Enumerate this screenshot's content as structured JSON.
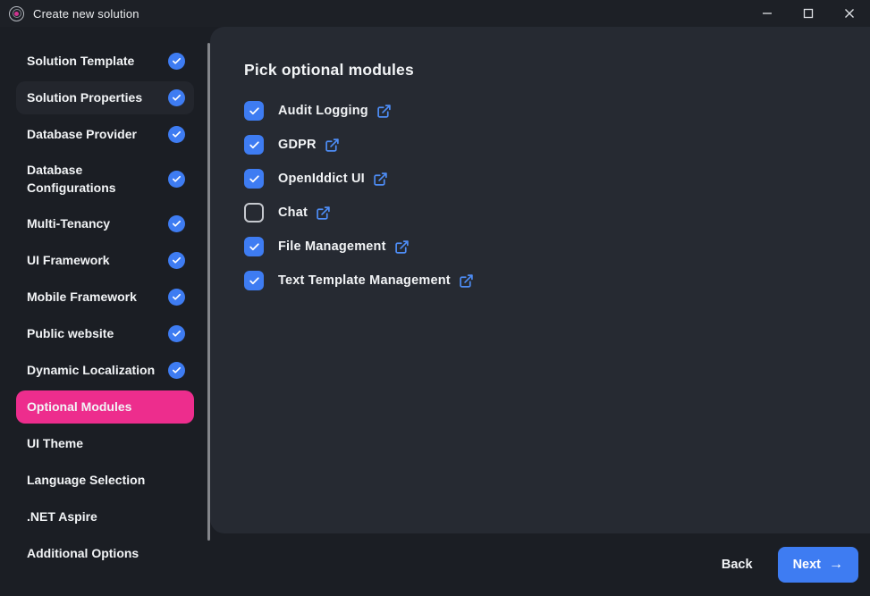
{
  "window": {
    "title": "Create new solution"
  },
  "sidebar": {
    "items": [
      {
        "label": "Solution Template",
        "checked": true,
        "active": false,
        "highlighted": false
      },
      {
        "label": "Solution Properties",
        "checked": true,
        "active": false,
        "highlighted": true
      },
      {
        "label": "Database Provider",
        "checked": true,
        "active": false,
        "highlighted": false
      },
      {
        "label": "Database Configurations",
        "checked": true,
        "active": false,
        "highlighted": false
      },
      {
        "label": "Multi-Tenancy",
        "checked": true,
        "active": false,
        "highlighted": false
      },
      {
        "label": "UI Framework",
        "checked": true,
        "active": false,
        "highlighted": false
      },
      {
        "label": "Mobile Framework",
        "checked": true,
        "active": false,
        "highlighted": false
      },
      {
        "label": "Public website",
        "checked": true,
        "active": false,
        "highlighted": false
      },
      {
        "label": "Dynamic Localization",
        "checked": true,
        "active": false,
        "highlighted": false
      },
      {
        "label": "Optional Modules",
        "checked": false,
        "active": true,
        "highlighted": false
      },
      {
        "label": "UI Theme",
        "checked": false,
        "active": false,
        "highlighted": false
      },
      {
        "label": "Language Selection",
        "checked": false,
        "active": false,
        "highlighted": false
      },
      {
        "label": ".NET Aspire",
        "checked": false,
        "active": false,
        "highlighted": false
      },
      {
        "label": "Additional Options",
        "checked": false,
        "active": false,
        "highlighted": false
      }
    ]
  },
  "main": {
    "heading": "Pick optional modules",
    "modules": [
      {
        "label": "Audit Logging",
        "checked": true
      },
      {
        "label": "GDPR",
        "checked": true
      },
      {
        "label": "OpenIddict UI",
        "checked": true
      },
      {
        "label": "Chat",
        "checked": false
      },
      {
        "label": "File Management",
        "checked": true
      },
      {
        "label": "Text Template Management",
        "checked": true
      }
    ]
  },
  "footer": {
    "back_label": "Back",
    "next_label": "Next",
    "next_arrow": "→"
  },
  "colors": {
    "accent_blue": "#3e7cf2",
    "accent_pink": "#ed2d8d",
    "link_icon_blue": "#4e8df6",
    "panel_bg": "#262a32",
    "window_bg": "#1b1e24",
    "titlebar_bg": "#1d2026"
  },
  "icons": {
    "app_logo": "abp-studio-logo",
    "step_complete": "check-circle",
    "module_checkbox": "checkmark",
    "module_link": "external-link",
    "next": "arrow-right",
    "window_controls": [
      "minimize",
      "maximize",
      "close"
    ]
  }
}
